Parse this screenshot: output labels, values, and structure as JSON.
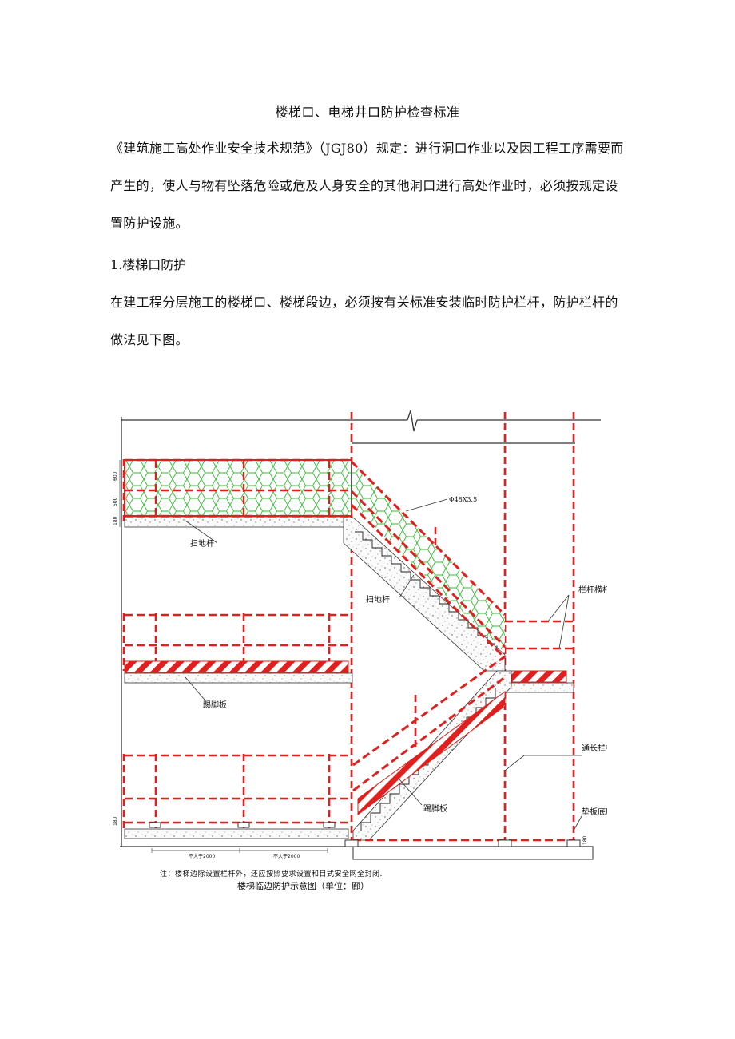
{
  "document": {
    "title": "楼梯口、电梯井口防护检查标准",
    "intro": "《建筑施工高处作业安全技术规范》（JGJ80）规定：进行洞口作业以及因工程工序需要而产生的，使人与物有坠落危险或危及人身安全的其他洞口进行高处作业时，必须按规定设置防护设施。",
    "section1_heading": "1.楼梯口防护",
    "section1_body": "在建工程分层施工的楼梯口、楼梯段边，必须按有关标准安装临时防护栏杆，防护栏杆的做法见下图。"
  },
  "drawing": {
    "labels": {
      "sweep_pole_1": "扫地杆",
      "sweep_pole_2": "扫地杆",
      "pipe_spec": "Φ48X3.5",
      "toe_board_1": "踢脚板",
      "toe_board_2": "踢脚板",
      "rail_crossbar": "栏杆横杆",
      "full_rail_post": "通长栏杆柱",
      "pad_base": "垫板底座",
      "dim_1": "不大于2000",
      "dim_2": "不大于2000",
      "dim_v1": "600",
      "dim_v2": "500",
      "dim_v3": "180",
      "dim_v4": "180",
      "dim_v5": "180"
    },
    "note": "注：楼梯边除设置栏杆外，还应按照要求设置和目式安全网全封闭.",
    "caption": "楼梯临边防护示意图（单位：廊）",
    "colors": {
      "rail_red": "#e0201e",
      "net_green": "#2fbf2f",
      "slab": "#777777"
    }
  }
}
